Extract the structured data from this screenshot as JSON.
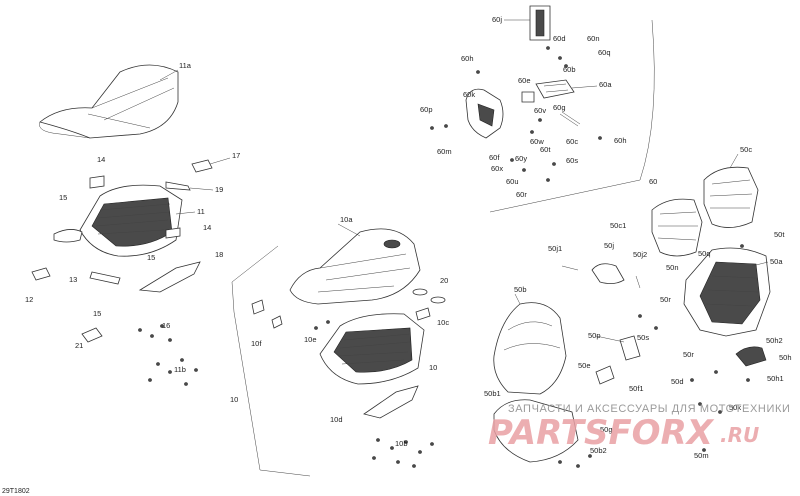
{
  "diagram_code": "29T1802",
  "watermark": {
    "tagline": "ЗАПЧАСТИ И АКСЕССУАРЫ ДЛЯ МОТОТЕХНИКИ",
    "logo": "PARTSFORX",
    "suffix": ".RU"
  },
  "callouts": [
    "11a",
    "14",
    "17",
    "19",
    "15",
    "11",
    "14",
    "12",
    "13",
    "15",
    "18",
    "15",
    "16",
    "21",
    "11b",
    "10a",
    "20",
    "10f",
    "10e",
    "10c",
    "10",
    "10",
    "10d",
    "10b",
    "60j",
    "60d",
    "60n",
    "60q",
    "60b",
    "60h",
    "60e",
    "60a",
    "60p",
    "60k",
    "60v",
    "60g",
    "60m",
    "60w",
    "60c",
    "60h",
    "60f",
    "60y",
    "60t",
    "60x",
    "60u",
    "60s",
    "60r",
    "60",
    "50c",
    "50c1",
    "50t",
    "50j1",
    "50j",
    "50j2",
    "50q",
    "50a",
    "50n",
    "50b",
    "50r",
    "50p",
    "50s",
    "50h2",
    "50r",
    "50h",
    "50d",
    "50f1",
    "50h1",
    "50b1",
    "50e",
    "50g",
    "50k",
    "50b2",
    "50m"
  ]
}
